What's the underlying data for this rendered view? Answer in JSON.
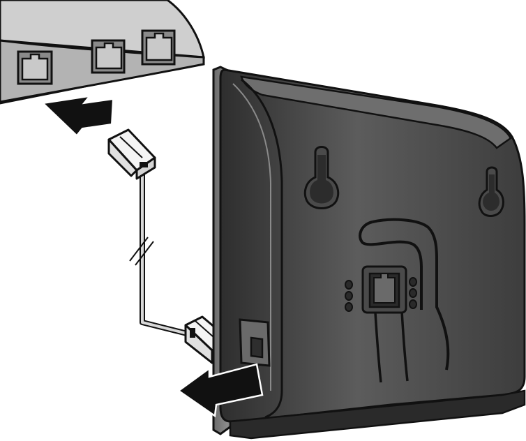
{
  "diagram": {
    "parts": [
      {
        "name": "router-ports",
        "count": 3
      },
      {
        "name": "rj45-cable",
        "ends": 2
      },
      {
        "name": "base-station",
        "back_view": true
      }
    ],
    "arrows": [
      {
        "name": "insert-into-router"
      },
      {
        "name": "insert-into-base"
      }
    ],
    "colors": {
      "router_body": "#b8b8b8",
      "router_top": "#cfcfcf",
      "base_body": "#5a5a5a",
      "base_dark": "#3a3a3a",
      "outline": "#111111",
      "arrow": "#111111",
      "plug": "#f4f4f4",
      "cable": "#d8d8d8"
    }
  }
}
